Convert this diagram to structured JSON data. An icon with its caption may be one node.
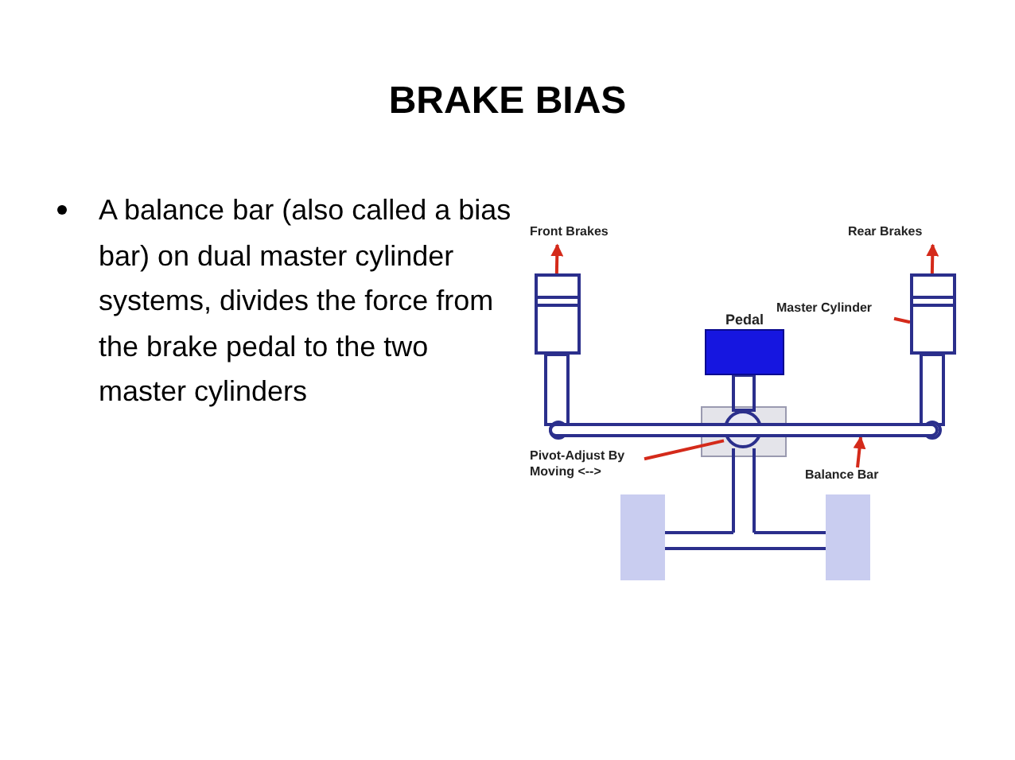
{
  "diagram": {
    "title": "BRAKE BIAS",
    "nodes": [
      {
        "text": [
          "Front Brakes"
        ]
      },
      {
        "text": [],
        "shape": "cylinder"
      },
      {
        "text": [
          "Rear Brakes"
        ]
      },
      {
        "text": [
          "Master Cylinder"
        ]
      },
      {
        "text": [],
        "shape": "cylinder"
      },
      {
        "text": [
          "Pedal"
        ]
      },
      {
        "text": [],
        "shape": "circle"
      },
      {
        "text": [
          "Pivot-Adjust By Moving <-->"
        ]
      },
      {
        "text": [],
        "shape": "bar"
      },
      {
        "text": [
          "Balance Bar"
        ]
      }
    ],
    "edges": [
      {
        "from": 1,
        "to": 0,
        "arrow": "to"
      },
      {
        "from": 4,
        "to": 2,
        "arrow": "to"
      },
      {
        "from": 3,
        "to": 4,
        "arrow": "none"
      },
      {
        "from": 7,
        "to": 6,
        "arrow": "none"
      },
      {
        "from": 9,
        "to": 8,
        "arrow": "to"
      }
    ],
    "labels": [
      "A balance bar (also called a bias bar) on dual master cylinder systems, divides the force from the brake pedal to the two master cylinders"
    ]
  }
}
